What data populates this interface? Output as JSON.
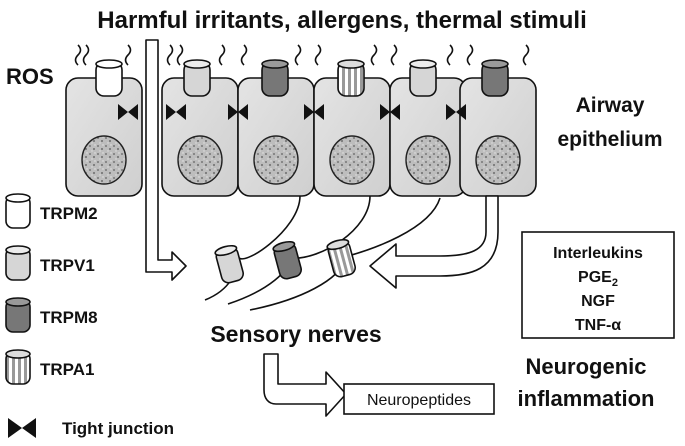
{
  "title": "Harmful irritants, allergens, thermal stimuli",
  "ros": "ROS",
  "epithelium": {
    "line1": "Airway",
    "line2": "epithelium"
  },
  "legend": {
    "trpm2": "TRPM2",
    "trpv1": "TRPV1",
    "trpm8": "TRPM8",
    "trpa1": "TRPA1",
    "tight_junction": "Tight junction"
  },
  "mediators": {
    "il": "Interleukins",
    "pge": "PGE",
    "pge_sub": "2",
    "ngf": "NGF",
    "tnf": "TNF-α"
  },
  "sensory_nerves": "Sensory nerves",
  "neurogenic": {
    "line1": "Neurogenic",
    "line2": "inflammation"
  },
  "neuropeptides": "Neuropeptides",
  "channel_colors": {
    "trpm2": "#ffffff",
    "trpv1": "#d6d6d6",
    "trpm8": "#777777",
    "trpa1_stripe": "#999999"
  }
}
